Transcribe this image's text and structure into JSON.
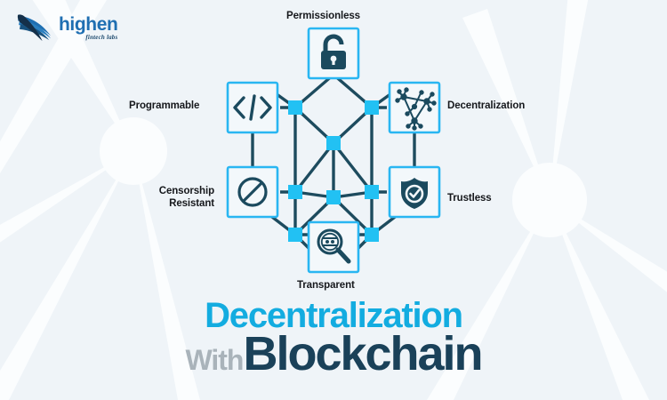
{
  "brand": {
    "name": "highen",
    "tagline": "fintech labs",
    "logo_icon": "boomerang-swoosh-logo",
    "name_color": "#1f6fb2",
    "tagline_color": "#1d4a6e"
  },
  "colors": {
    "background": "#eff4f8",
    "ray": "#fafcfe",
    "node_cyan": "#22c1f3",
    "box_border": "#29b6f2",
    "box_fill": "#f3f8fb",
    "edge_dark": "#1d4b5e",
    "icon_dark": "#1b4a5e",
    "title_cyan": "#13ace0",
    "title_gray": "#a9b3ba",
    "title_navy": "#1a4159",
    "label_text": "#16181c"
  },
  "diagram": {
    "name": "blockchain-decentralization-diagram",
    "features": [
      {
        "id": "permissionless",
        "label": "Permissionless",
        "icon": "open-padlock-icon",
        "position": "top"
      },
      {
        "id": "decentralization",
        "label": "Decentralization",
        "icon": "network-nodes-icon",
        "position": "top-right"
      },
      {
        "id": "trustless",
        "label": "Trustless",
        "icon": "shield-check-icon",
        "position": "bottom-right"
      },
      {
        "id": "transparent",
        "label": "Transparent",
        "icon": "magnifier-icon",
        "position": "bottom"
      },
      {
        "id": "censorship-resistant",
        "label": "Censorship\nResistant",
        "icon": "prohibition-circle-icon",
        "position": "bottom-left"
      },
      {
        "id": "programmable",
        "label": "Programmable",
        "icon": "code-brackets-icon",
        "position": "top-left"
      }
    ],
    "inner_node_count": 8
  },
  "headline": {
    "line1": "Decentralization",
    "with": "With",
    "line2": "Blockchain"
  }
}
